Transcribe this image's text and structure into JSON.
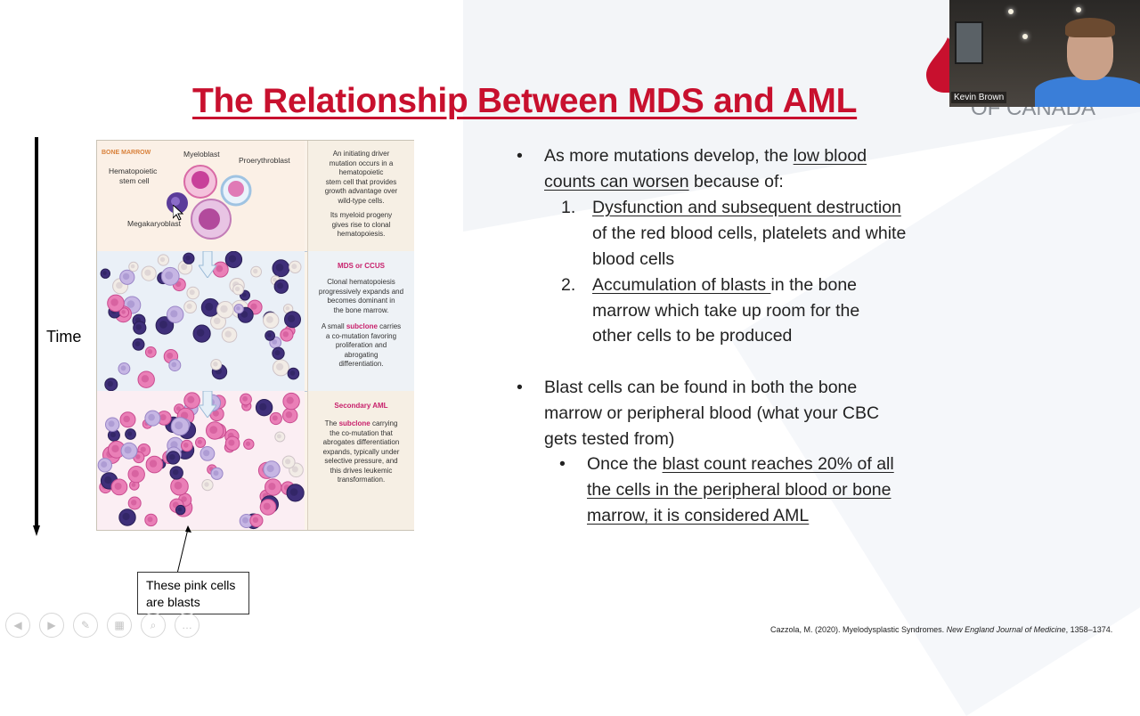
{
  "slide": {
    "title": "The Relationship Between MDS and AML",
    "logo_text": "OF CANADA",
    "time_label": "Time",
    "callout": {
      "line1": "These pink cells",
      "line2": "are blasts"
    },
    "citation": {
      "prefix": "Cazzola, M. (2020). Myelodysplastic Syndromes. ",
      "journal": "New England Journal of Medicine",
      "suffix": ", 1358–1374."
    }
  },
  "webcam": {
    "name": "Kevin Brown"
  },
  "figure": {
    "panels": [
      {
        "heading": "BONE MARROW",
        "cell_labels": [
          "Myeloblast",
          "Proerythroblast",
          "Hematopoietic",
          "stem cell",
          "Megakaryoblast"
        ],
        "body": [
          "An initiating driver",
          "mutation occurs in a",
          "hematopoietic",
          "stem cell that provides",
          "growth advantage over",
          "wild-type cells.",
          "",
          "Its myeloid progeny",
          "gives rise to clonal",
          "hematopoiesis."
        ]
      },
      {
        "heading": "MDS or CCUS",
        "body1": [
          "Clonal hematopoiesis",
          "progressively expands and",
          "becomes dominant in",
          "the bone marrow."
        ],
        "body2_pre": "A small ",
        "body2_hl": "subclone",
        "body2_post": " carries",
        "body2_rest": [
          "a co-mutation favoring",
          "proliferation and",
          "abrogating",
          "differentiation."
        ]
      },
      {
        "heading": "Secondary AML",
        "body_pre": "The ",
        "body_hl": "subclone",
        "body_post": " carrying",
        "body_rest": [
          "the co-mutation that",
          "abrogates differentiation",
          "expands, typically under",
          "selective pressure, and",
          "this drives leukemic",
          "transformation."
        ]
      }
    ]
  },
  "bullets": {
    "b1_l1_pre": "As more mutations develop, the ",
    "b1_l1_u": "low blood",
    "b1_l2_u": "counts can worsen",
    "b1_l2_post": " because of:",
    "n1_num": "1.",
    "n1_l1_u": "Dysfunction and subsequent destruction",
    "n1_l2": "of the red blood cells, platelets and white",
    "n1_l3": "blood cells",
    "n2_num": "2.",
    "n2_l1_u": "Accumulation of blasts ",
    "n2_l1_post": "in the bone",
    "n2_l2": "marrow which take up room for the",
    "n2_l3": "other cells to be produced",
    "b2_l1": "Blast cells can be found in both the bone",
    "b2_l2": "marrow or peripheral blood (what your CBC",
    "b2_l3": "gets tested from)",
    "s1_l1_pre": "Once the ",
    "s1_l1_u": "blast count reaches 20% of all",
    "s1_l2_u": "the cells in the peripheral blood or bone",
    "s1_l3_u": "marrow, it is considered AML"
  },
  "controls": [
    {
      "name": "previous-slide-button",
      "icon": "arrow-left-icon",
      "glyph": "◀"
    },
    {
      "name": "next-slide-button",
      "icon": "arrow-right-icon",
      "glyph": "▶"
    },
    {
      "name": "pen-tool-button",
      "icon": "pen-icon",
      "glyph": "✎"
    },
    {
      "name": "slides-grid-button",
      "icon": "grid-icon",
      "glyph": "▦"
    },
    {
      "name": "zoom-button",
      "icon": "magnifier-icon",
      "glyph": "⌕"
    },
    {
      "name": "more-options-button",
      "icon": "ellipsis-icon",
      "glyph": "…"
    }
  ],
  "colors": {
    "title": "#c8102e",
    "blast_pink": "#e0519a",
    "highlight": "#c8216c"
  }
}
